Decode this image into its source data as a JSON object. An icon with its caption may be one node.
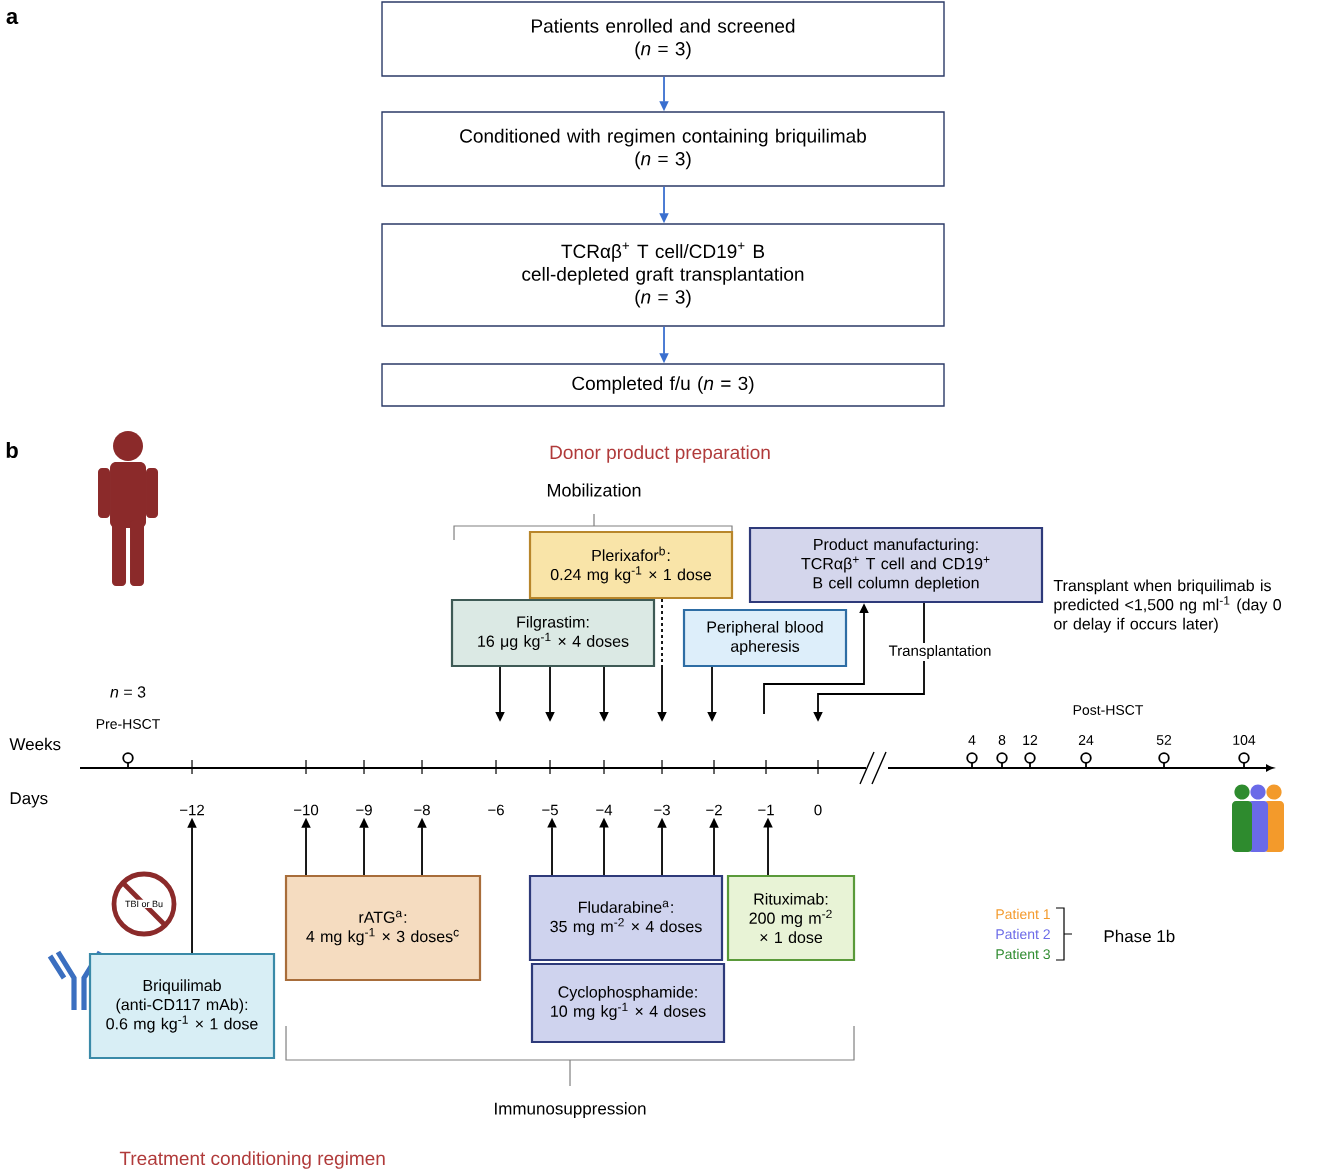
{
  "diagram": {
    "nodes": [
      {
        "text": [
          "Patients enrolled and screened",
          "(*n* = 3)"
        ]
      },
      {
        "text": [
          "Conditioned with regimen containing briquilimab",
          "(*n* = 3)"
        ]
      },
      {
        "text": [
          "TCRαβ$^{+}$ T cell/CD19$^{+}$ B cell-depleted graft transplantation",
          "(*n* = 3)"
        ]
      },
      {
        "text": [
          "Completed f/u (*n* = 3)"
        ]
      },
      {
        "text": [
          "Plerixafor$^{b}$:",
          "0.24 mg kg$^{-1}$ × 1 dose"
        ]
      },
      {
        "text": [
          "Product manufacturing:",
          "TCRαβ$^{+}$ T cell and CD19$^{+}$ B cell column depletion"
        ]
      },
      {
        "text": [
          "Filgrastim:",
          "16 μg kg$^{-1}$ × 4 doses"
        ]
      },
      {
        "text": [
          "Peripheral blood apheresis"
        ]
      },
      {
        "text": [
          "rATG$^{a}$:",
          "4 mg kg$^{-1}$ × 3 doses$^{c}$"
        ]
      },
      {
        "text": [
          "Fludarabine$^{a}$:",
          "35 mg m$^{-2}$ × 4 doses"
        ]
      },
      {
        "text": [
          "Cyclophosphamide:",
          "10 mg kg$^{-1}$ × 4 doses"
        ]
      },
      {
        "text": [
          "Rituximab:",
          "200 mg m$^{-2}$ × 1 dose"
        ]
      },
      {
        "text": [
          "Briquilimab (anti-CD117 mAb):",
          "0.6 mg kg$^{-1}$ × 1 dose"
        ]
      },
      {
        "text": [
          "−12"
        ]
      },
      {
        "text": [
          "−10"
        ]
      },
      {
        "text": [
          "−9"
        ]
      },
      {
        "text": [
          "−8"
        ]
      },
      {
        "text": [
          "−6"
        ]
      },
      {
        "text": [
          "−5"
        ]
      },
      {
        "text": [
          "−4"
        ]
      },
      {
        "text": [
          "−3"
        ]
      },
      {
        "text": [
          "−2"
        ]
      },
      {
        "text": [
          "−1"
        ]
      },
      {
        "text": [
          "0"
        ]
      }
    ],
    "edges": [
      {
        "from": 0,
        "to": 1,
        "arrow": "to",
        "color": "#3a6fcf"
      },
      {
        "from": 1,
        "to": 2,
        "arrow": "to",
        "color": "#3a6fcf"
      },
      {
        "from": 2,
        "to": 3,
        "arrow": "to",
        "color": "#3a6fcf"
      },
      {
        "from": 6,
        "to": null,
        "arrow": "to"
      },
      {
        "from": 6,
        "to": null,
        "arrow": "to"
      },
      {
        "from": 6,
        "to": null,
        "arrow": "to"
      },
      {
        "from": 6,
        "to": null,
        "arrow": "to",
        "style": "dashed"
      },
      {
        "from": 7,
        "to": null,
        "arrow": "to"
      },
      {
        "from": null,
        "to": 5,
        "arrow": "to"
      },
      {
        "from": 5,
        "to": null,
        "arrow": "to",
        "label": "Transplantation"
      },
      {
        "from": 8,
        "to": 14,
        "arrow": "to"
      },
      {
        "from": 8,
        "to": 15,
        "arrow": "to"
      },
      {
        "from": 8,
        "to": 16,
        "arrow": "to"
      },
      {
        "from": 9,
        "to": 18,
        "arrow": "to"
      },
      {
        "from": 9,
        "to": 19,
        "arrow": "to"
      },
      {
        "from": 9,
        "to": 20,
        "arrow": "to"
      },
      {
        "from": 9,
        "to": 21,
        "arrow": "to"
      },
      {
        "from": 11,
        "to": 22,
        "arrow": "to"
      },
      {
        "from": 12,
        "to": 13,
        "arrow": "to"
      }
    ],
    "labels": [
      "a",
      "b",
      "Donor product preparation",
      "Mobilization",
      "Transplant when briquilimab is predicted <1,500 ng ml$^{-1}$ (day 0 or delay if occurs later)",
      "*n* = 3",
      "Pre-HSCT",
      "Post-HSCT",
      "Weeks",
      "4",
      "8",
      "12",
      "24",
      "52",
      "104",
      "Days",
      "TBI or Bu",
      "Patient 1",
      "Patient 2",
      "Patient 3",
      "Phase 1b",
      "Immunosuppression",
      "Treatment conditioning regimen"
    ]
  }
}
